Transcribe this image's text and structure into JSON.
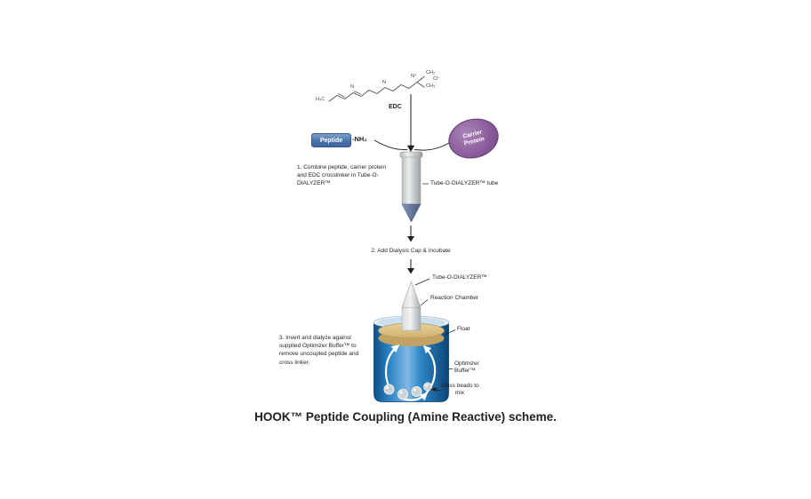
{
  "figure": {
    "caption": "HOOK™ Peptide Coupling (Amine Reactive) scheme."
  },
  "molecule": {
    "name": "EDC",
    "atoms": {
      "h3c": "H₃C",
      "n_left": "N",
      "n_mid": "N",
      "n_plus": "N⁺",
      "ch3_top": "CH₃",
      "ch3_bottom": "CH₃",
      "cl": "Cl⁻"
    }
  },
  "reactants": {
    "peptide": "Peptide",
    "amine_group": "-NH₂",
    "carrier_line1": "Carrier",
    "carrier_line2": "Protein"
  },
  "steps": {
    "step1": "1. Combine peptide, carrier protein and EDC crosslinker in Tube-O-DIALYZER™",
    "step2": "2. Add Dialysis Cap & Incubate",
    "step3": "3. Invert and dialyze against supplied Optimizer Buffer™ to remove uncoupled peptide and cross linker."
  },
  "callouts": {
    "tube": "Tube-O-DIALYZER™ tube",
    "dialyzer": "Tube-O-DIALYZER™",
    "reaction_chamber": "Reaction Chamber",
    "float": "Float",
    "optimizer_buffer": "Optimizer Buffer™",
    "glass_beads": "Glass beads to mix"
  },
  "colors": {
    "peptide_blue": "#4a74ad",
    "carrier_purple": "#8a5b9b",
    "tube_cone_blue": "#66769c",
    "beaker_blue": "#2f87c7",
    "float_tan": "#dcc287",
    "text": "#231f20"
  }
}
